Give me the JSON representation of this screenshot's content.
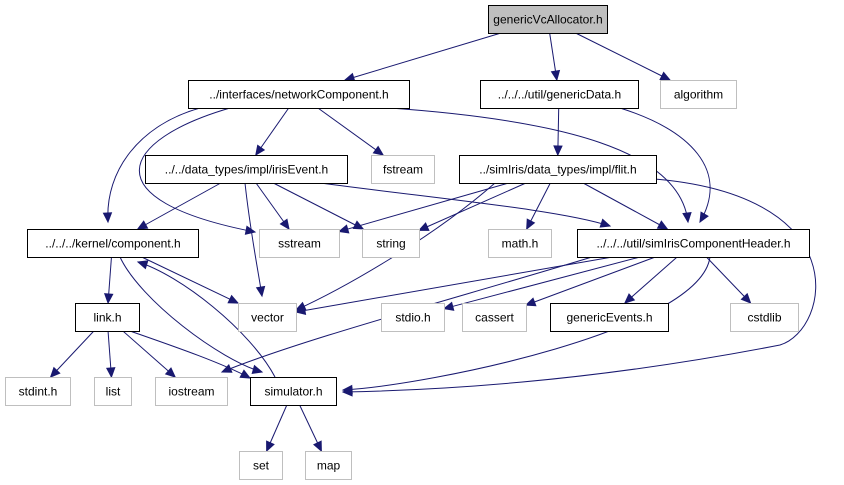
{
  "colors": {
    "edge": "#191970",
    "root_fill": "#bfbfbf",
    "root_stroke": "#000000",
    "internal_stroke": "#000000",
    "system_stroke": "#bfbfbf",
    "system_text": "#000000"
  },
  "nodes": [
    {
      "id": "root",
      "label": "genericVcAllocator.h",
      "kind": "root"
    },
    {
      "id": "networkComponent",
      "label": "../interfaces/networkComponent.h",
      "kind": "internal"
    },
    {
      "id": "genericData",
      "label": "../../../util/genericData.h",
      "kind": "internal"
    },
    {
      "id": "algorithm",
      "label": "algorithm",
      "kind": "system"
    },
    {
      "id": "irisEvent",
      "label": "../../data_types/impl/irisEvent.h",
      "kind": "internal"
    },
    {
      "id": "fstream",
      "label": "fstream",
      "kind": "system"
    },
    {
      "id": "flit",
      "label": "../simIris/data_types/impl/flit.h",
      "kind": "internal"
    },
    {
      "id": "component",
      "label": "../../../kernel/component.h",
      "kind": "internal"
    },
    {
      "id": "sstream",
      "label": "sstream",
      "kind": "system"
    },
    {
      "id": "string",
      "label": "string",
      "kind": "system"
    },
    {
      "id": "mathh",
      "label": "math.h",
      "kind": "system"
    },
    {
      "id": "simIrisHeader",
      "label": "../../../util/simIrisComponentHeader.h",
      "kind": "internal"
    },
    {
      "id": "linkh",
      "label": "link.h",
      "kind": "internal"
    },
    {
      "id": "vector",
      "label": "vector",
      "kind": "system"
    },
    {
      "id": "stdioh",
      "label": "stdio.h",
      "kind": "system"
    },
    {
      "id": "cassert",
      "label": "cassert",
      "kind": "system"
    },
    {
      "id": "genericEvents",
      "label": "genericEvents.h",
      "kind": "internal"
    },
    {
      "id": "cstdlib",
      "label": "cstdlib",
      "kind": "system"
    },
    {
      "id": "stdinth",
      "label": "stdint.h",
      "kind": "system"
    },
    {
      "id": "list",
      "label": "list",
      "kind": "system"
    },
    {
      "id": "iostream",
      "label": "iostream",
      "kind": "system"
    },
    {
      "id": "simulator",
      "label": "simulator.h",
      "kind": "internal"
    },
    {
      "id": "set",
      "label": "set",
      "kind": "system"
    },
    {
      "id": "map",
      "label": "map",
      "kind": "system"
    }
  ],
  "edges": [
    {
      "from": "root",
      "to": "networkComponent"
    },
    {
      "from": "root",
      "to": "genericData"
    },
    {
      "from": "root",
      "to": "algorithm"
    },
    {
      "from": "networkComponent",
      "to": "irisEvent"
    },
    {
      "from": "networkComponent",
      "to": "fstream"
    },
    {
      "from": "networkComponent",
      "to": "component"
    },
    {
      "from": "networkComponent",
      "to": "sstream"
    },
    {
      "from": "networkComponent",
      "to": "simIrisHeader"
    },
    {
      "from": "genericData",
      "to": "flit"
    },
    {
      "from": "genericData",
      "to": "simIrisHeader"
    },
    {
      "from": "irisEvent",
      "to": "component"
    },
    {
      "from": "irisEvent",
      "to": "sstream"
    },
    {
      "from": "irisEvent",
      "to": "string"
    },
    {
      "from": "irisEvent",
      "to": "vector"
    },
    {
      "from": "irisEvent",
      "to": "simIrisHeader"
    },
    {
      "from": "flit",
      "to": "sstream"
    },
    {
      "from": "flit",
      "to": "string"
    },
    {
      "from": "flit",
      "to": "mathh"
    },
    {
      "from": "flit",
      "to": "simIrisHeader"
    },
    {
      "from": "flit",
      "to": "vector"
    },
    {
      "from": "flit",
      "to": "simulator"
    },
    {
      "from": "component",
      "to": "linkh"
    },
    {
      "from": "component",
      "to": "vector"
    },
    {
      "from": "component",
      "to": "simulator"
    },
    {
      "from": "simIrisHeader",
      "to": "vector"
    },
    {
      "from": "simIrisHeader",
      "to": "stdioh"
    },
    {
      "from": "simIrisHeader",
      "to": "cassert"
    },
    {
      "from": "simIrisHeader",
      "to": "genericEvents"
    },
    {
      "from": "simIrisHeader",
      "to": "cstdlib"
    },
    {
      "from": "simIrisHeader",
      "to": "iostream"
    },
    {
      "from": "simIrisHeader",
      "to": "simulator"
    },
    {
      "from": "linkh",
      "to": "stdinth"
    },
    {
      "from": "linkh",
      "to": "list"
    },
    {
      "from": "linkh",
      "to": "iostream"
    },
    {
      "from": "linkh",
      "to": "simulator"
    },
    {
      "from": "simulator",
      "to": "component"
    },
    {
      "from": "simulator",
      "to": "set"
    },
    {
      "from": "simulator",
      "to": "map"
    }
  ]
}
